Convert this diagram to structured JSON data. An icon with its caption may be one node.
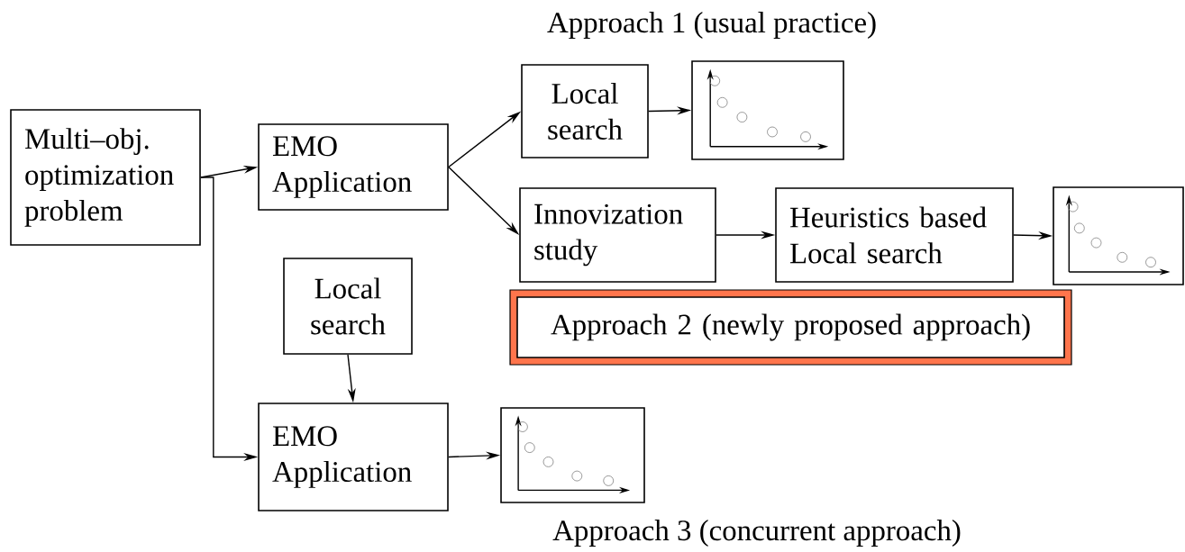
{
  "diagram": {
    "nodes": [
      {
        "text": [
          "Multi–obj. optimization problem"
        ]
      },
      {
        "text": [
          "EMO Application"
        ]
      },
      {
        "text": [
          "Local search"
        ]
      },
      {
        "text": [],
        "shape": "picture"
      },
      {
        "text": [
          "Innovization study"
        ]
      },
      {
        "text": [
          "Heuristics based Local search"
        ]
      },
      {
        "text": [],
        "shape": "picture"
      },
      {
        "text": [
          "Approach 2 (newly proposed approach)"
        ]
      },
      {
        "text": [
          "Local search"
        ]
      },
      {
        "text": [
          "EMO Application"
        ]
      },
      {
        "text": [],
        "shape": "picture"
      }
    ],
    "edges": [
      {
        "from": 0,
        "to": 1,
        "arrow": "to"
      },
      {
        "from": 0,
        "to": 9,
        "arrow": "to"
      },
      {
        "from": 1,
        "to": 2,
        "arrow": "to"
      },
      {
        "from": 1,
        "to": 4,
        "arrow": "to"
      },
      {
        "from": 2,
        "to": 3,
        "arrow": "to"
      },
      {
        "from": 4,
        "to": 5,
        "arrow": "to"
      },
      {
        "from": 5,
        "to": 6,
        "arrow": "to"
      },
      {
        "from": 8,
        "to": 9,
        "arrow": "to"
      },
      {
        "from": 9,
        "to": 10,
        "arrow": "to"
      }
    ],
    "labels": [
      "Approach 1 (usual practice)",
      "Approach 3 (concurrent approach)"
    ]
  }
}
